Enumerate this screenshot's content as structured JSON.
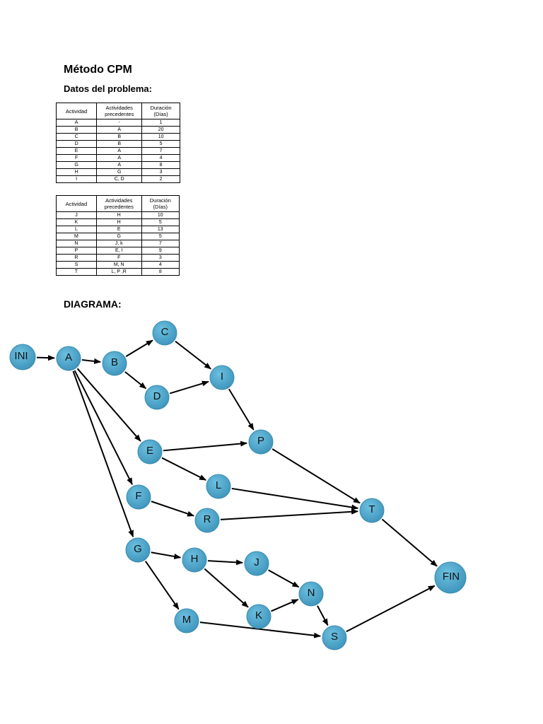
{
  "headings": {
    "title": "Método CPM",
    "subtitle": "Datos del problema:",
    "diagram": "DIAGRAMA:"
  },
  "table_headers": {
    "activity": "Actividad",
    "predecessors_1": "Actividades",
    "predecessors_2": "precedentes",
    "duration_1": "Duración",
    "duration_2": "(Días)"
  },
  "table1": [
    {
      "act": "A",
      "pre": "-",
      "dur": "1"
    },
    {
      "act": "B",
      "pre": "A",
      "dur": "20"
    },
    {
      "act": "C",
      "pre": "B",
      "dur": "10"
    },
    {
      "act": "D",
      "pre": "B",
      "dur": "5"
    },
    {
      "act": "E",
      "pre": "A",
      "dur": "7"
    },
    {
      "act": "F",
      "pre": "A",
      "dur": "4"
    },
    {
      "act": "G",
      "pre": "A",
      "dur": "8"
    },
    {
      "act": "H",
      "pre": "G",
      "dur": "3"
    },
    {
      "act": "I",
      "pre": "C, D",
      "dur": "2"
    }
  ],
  "table2": [
    {
      "act": "J",
      "pre": "H",
      "dur": "10"
    },
    {
      "act": "K",
      "pre": "H",
      "dur": "5"
    },
    {
      "act": "L",
      "pre": "E",
      "dur": "13"
    },
    {
      "act": "M",
      "pre": "G",
      "dur": "5"
    },
    {
      "act": "N",
      "pre": "J, k",
      "dur": "7"
    },
    {
      "act": "P",
      "pre": "E, I",
      "dur": "9"
    },
    {
      "act": "R",
      "pre": "F",
      "dur": "3"
    },
    {
      "act": "S",
      "pre": "M, N",
      "dur": "4"
    },
    {
      "act": "T",
      "pre": "L, P ,R",
      "dur": "8"
    }
  ],
  "diagram": {
    "node_color": "#4aa3c8",
    "nodes": [
      "INI",
      "A",
      "B",
      "C",
      "D",
      "I",
      "E",
      "P",
      "L",
      "F",
      "R",
      "T",
      "G",
      "H",
      "J",
      "K",
      "N",
      "M",
      "S",
      "FIN"
    ],
    "edges": [
      [
        "INI",
        "A"
      ],
      [
        "A",
        "B"
      ],
      [
        "B",
        "C"
      ],
      [
        "B",
        "D"
      ],
      [
        "C",
        "I"
      ],
      [
        "D",
        "I"
      ],
      [
        "I",
        "P"
      ],
      [
        "A",
        "E"
      ],
      [
        "E",
        "P"
      ],
      [
        "E",
        "L"
      ],
      [
        "A",
        "F"
      ],
      [
        "F",
        "R"
      ],
      [
        "A",
        "G"
      ],
      [
        "P",
        "T"
      ],
      [
        "L",
        "T"
      ],
      [
        "R",
        "T"
      ],
      [
        "T",
        "FIN"
      ],
      [
        "G",
        "H"
      ],
      [
        "G",
        "M"
      ],
      [
        "H",
        "J"
      ],
      [
        "H",
        "K"
      ],
      [
        "J",
        "N"
      ],
      [
        "K",
        "N"
      ],
      [
        "N",
        "S"
      ],
      [
        "M",
        "S"
      ],
      [
        "S",
        "FIN"
      ]
    ]
  }
}
